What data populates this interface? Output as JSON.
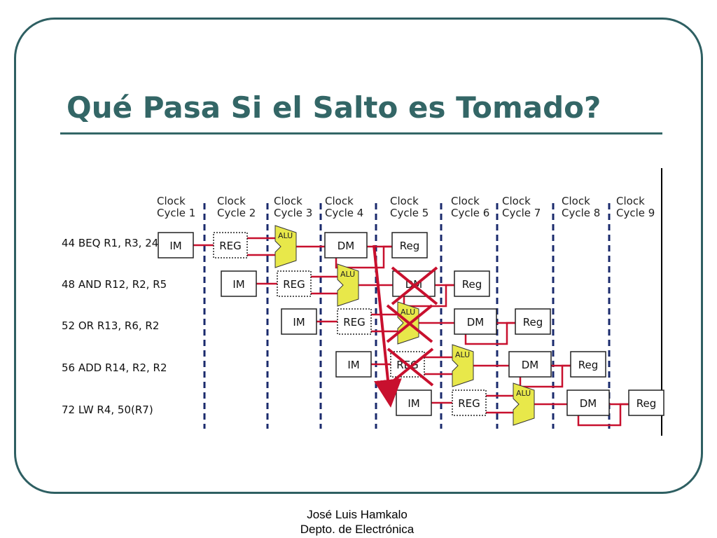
{
  "slide": {
    "title": "Qué Pasa Si el Salto es Tomado?",
    "footer_author": "José Luis Hamkalo",
    "footer_department": "Depto. de Electrónica"
  },
  "diagram": {
    "clock_cycles": [
      [
        "Clock",
        "Cycle 1"
      ],
      [
        "Clock",
        "Cycle 2"
      ],
      [
        "Clock",
        "Cycle 3"
      ],
      [
        "Clock",
        "Cycle 4"
      ],
      [
        "Clock",
        "Cycle 5"
      ],
      [
        "Clock",
        "Cycle 6"
      ],
      [
        "Clock",
        "Cycle 7"
      ],
      [
        "Clock",
        "Cycle 8"
      ],
      [
        "Clock",
        "Cycle 9"
      ]
    ],
    "instructions": [
      "44 BEQ R1, R3, 24",
      "48 AND  R12, R2, R5",
      "52 OR  R13, R6,  R2",
      "56 ADD R14,  R2,  R2",
      "72 LW  R4,  50(R7)"
    ],
    "stage_labels": {
      "im": "IM",
      "reg_read": "REG",
      "alu": "ALU",
      "dm": "DM",
      "reg_write": "Reg"
    },
    "flushed_stages": [
      "48 AND DM",
      "52 OR ALU",
      "56 ADD REG"
    ],
    "colors": {
      "pipeline_lines": "#c8102e",
      "alu_fill": "#e8e84a",
      "divider": "#1a2a6c",
      "title": "#336666"
    }
  }
}
